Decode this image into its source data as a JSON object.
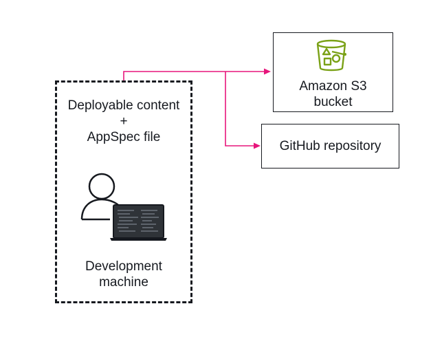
{
  "source": {
    "content_line1": "Deployable content",
    "content_plus": "+",
    "content_line2": "AppSpec file",
    "machine_line1": "Development",
    "machine_line2": "machine"
  },
  "targets": {
    "s3_line1": "Amazon S3",
    "s3_line2": "bucket",
    "github": "GitHub repository"
  },
  "colors": {
    "arrow": "#e7157b",
    "s3_icon": "#7aa116",
    "ink": "#16191f",
    "screen": "#2f3338"
  },
  "icons": {
    "s3": "s3-bucket-icon",
    "developer": "developer-laptop-icon"
  }
}
